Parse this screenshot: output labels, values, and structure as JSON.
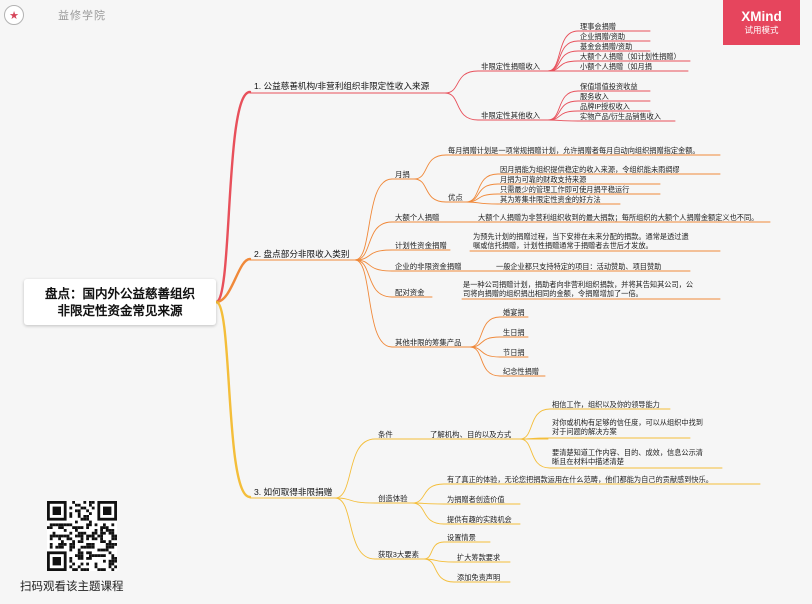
{
  "header": {
    "logo_name": "益修学院",
    "brand_icon": "star-in-circle-icon"
  },
  "watermark": {
    "title": "XMind",
    "subtitle": "试用模式"
  },
  "center_topic": {
    "line1": "盘点：国内外公益慈善组织",
    "line2": "非限定性资金常见来源"
  },
  "qr": {
    "icon": "qr-code-icon",
    "caption": "扫码观看该主题课程"
  },
  "branch_colors": {
    "branch1": "#e8505b",
    "branch2": "#f0893a",
    "branch3": "#f4be3a"
  },
  "branches": {
    "b1": {
      "label": "1. 公益慈善机构/非营利组织非限定性收入来源",
      "c1": {
        "label": "非限定性捐赠收入",
        "items": [
          "理事会捐赠",
          "企业捐赠/资助",
          "基金会捐赠/资助",
          "大额个人捐赠（如计划性捐赠）",
          "小额个人捐赠（如月捐"
        ]
      },
      "c2": {
        "label": "非限定性其他收入",
        "items": [
          "保值增值投资收益",
          "服务收入",
          "品牌IP授权收入",
          "实物产品/衍生品销售收入"
        ]
      }
    },
    "b2": {
      "label": "2. 盘点部分非限收入类别",
      "monthly": {
        "label": "月捐",
        "desc": "每月捐赠计划是一项常规捐赠计划，允许捐赠者每月自动向组织捐赠指定金额。",
        "pros_label": "优点",
        "pros": [
          "因月捐能为组织提供稳定的收入来源，令组织能未雨绸缪",
          "月捐为可靠的财政支持来源",
          "只需最少的管理工作即可使月捐平稳运行",
          "其为筹集非限定性资金的好方法"
        ]
      },
      "major": {
        "label": "大额个人捐赠",
        "desc": "大额个人捐赠为非营利组织收到的最大捐款；每所组织的大额个人捐赠金额定义也不同。"
      },
      "planned": {
        "label": "计划性资金捐赠",
        "desc": "为预先计划的捐赠过程，当下安排在未来分配的捐款。通常是透过遗\n嘱或信托捐赠，计划性捐赠通常于捐赠者去世后才发放。"
      },
      "corporate": {
        "label": "企业的非限资金捐赠",
        "desc": "一般企业都只支持特定的项目：活动赞助、项目赞助"
      },
      "matching": {
        "label": "配对资金",
        "desc": "是一种公司捐赠计划，捐助者向非营利组织捐款，并将其告知其公司，公\n司将向捐赠的组织捐出相同的金额，令捐赠增加了一倍。"
      },
      "others": {
        "label": "其他非限的筹集产品",
        "items": [
          "婚宴捐",
          "生日捐",
          "节日捐",
          "纪念性捐赠"
        ]
      }
    },
    "b3": {
      "label": "3. 如何取得非限捐赠",
      "conditions": {
        "label": "条件",
        "sub_label": "了解机构、目的以及方式",
        "items": [
          "相信工作，组织以及你的领导能力",
          "对你或机构有足够的信任度，可以从组织中找到\n对于问题的解决方案",
          "要清楚知道工作内容、目的、成效，信息公示清\n晰且在材料中描述清楚"
        ]
      },
      "experience": {
        "label": "创造体验",
        "items": [
          "有了真正的体验，无论您把捐款运用在什么范畴，他们都能为自己的贡献感到快乐。",
          "为捐赠者创造价值",
          "提供有趣的实践机会"
        ]
      },
      "three": {
        "label": "获取3大要素",
        "items": [
          "设置情景",
          "扩大筹款要求",
          "添加免责声明"
        ]
      }
    }
  }
}
